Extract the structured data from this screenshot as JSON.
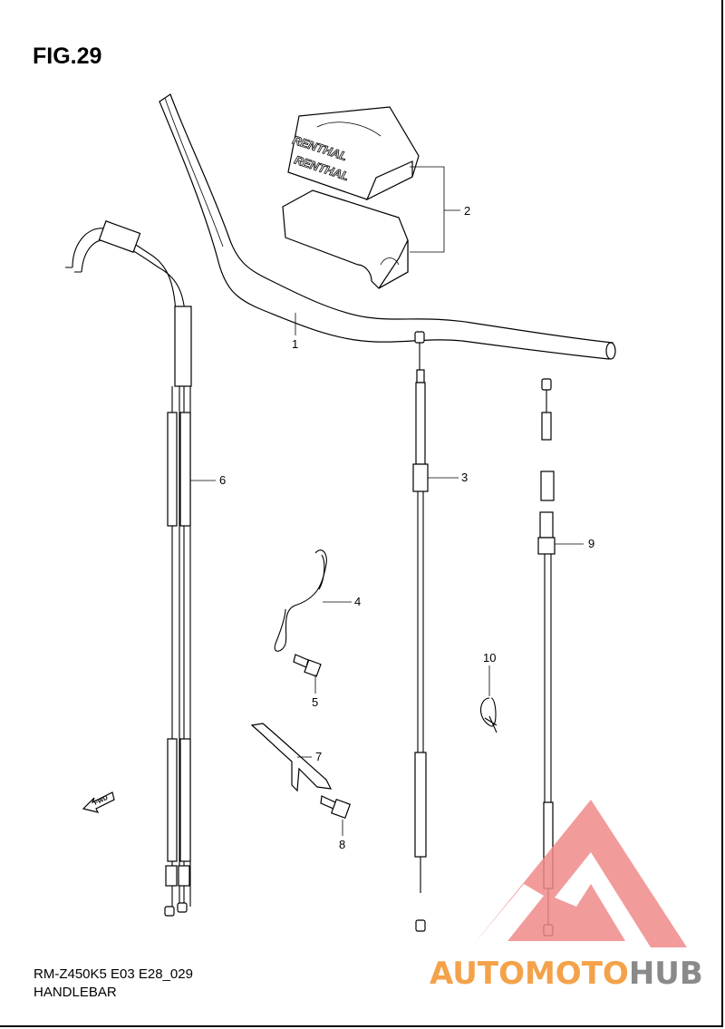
{
  "figure": {
    "title": "FIG.29",
    "model_code": "RM-Z450K5 E03 E28_029",
    "section": "HANDLEBAR"
  },
  "parts": [
    {
      "ref": "1"
    },
    {
      "ref": "2"
    },
    {
      "ref": "3"
    },
    {
      "ref": "4"
    },
    {
      "ref": "5"
    },
    {
      "ref": "6"
    },
    {
      "ref": "7"
    },
    {
      "ref": "8"
    },
    {
      "ref": "9"
    },
    {
      "ref": "10"
    }
  ],
  "pad_brand": "RENTHAL",
  "direction_marker": "FWD",
  "watermark": {
    "text_a": "AUTOMOTO",
    "text_b": "HUB",
    "color_a": "#f4a24a",
    "color_b": "#8a8a8a",
    "logo_color": "#f08a8a"
  }
}
